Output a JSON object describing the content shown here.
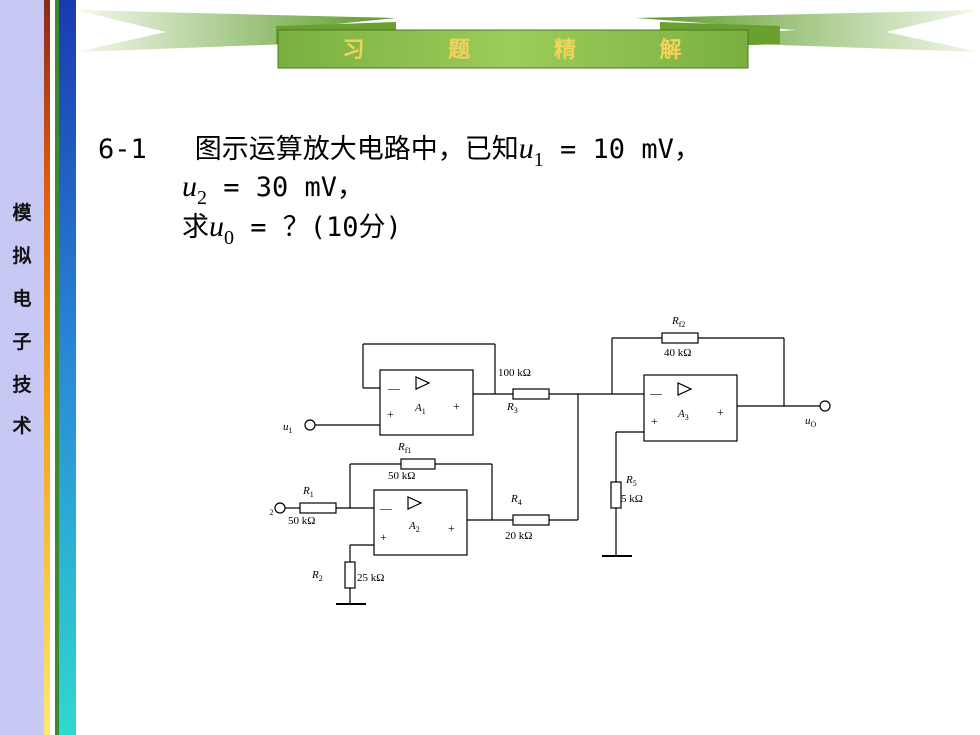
{
  "header": {
    "title": "习 题 精 解"
  },
  "sidebar": {
    "chars": [
      "模",
      "拟",
      "电",
      "子",
      "技",
      "术"
    ]
  },
  "problem": {
    "number": "6-1",
    "stem": "图示运算放大电路中，已知",
    "u1_var": "u",
    "u1_sub": "1",
    "u1_value": " = 10 mV，",
    "u2_var": "u",
    "u2_sub": "2",
    "u2_value": " = 30 mV，",
    "ask_prefix": "求",
    "uo_var": "u",
    "uo_sub": "0",
    "ask_suffix": " = ？(10分)"
  },
  "circuit": {
    "opamps": [
      {
        "name": "A",
        "sub": "1"
      },
      {
        "name": "A",
        "sub": "2"
      },
      {
        "name": "A",
        "sub": "3"
      }
    ],
    "labels": {
      "r3_value": "100 kΩ",
      "r3_name": "R",
      "r3_sub": "3",
      "rf1_name": "R",
      "rf1_sub": "f1",
      "rf1_value": "50 kΩ",
      "r1_name": "R",
      "r1_sub": "1",
      "r1_value": "50 kΩ",
      "r2_name": "R",
      "r2_sub": "2",
      "r2_value": "25 kΩ",
      "r4_name": "R",
      "r4_sub": "4",
      "r4_value": "20 kΩ",
      "rf2_name": "R",
      "rf2_sub": "f2",
      "rf2_value": "40 kΩ",
      "r5_name": "R",
      "r5_sub": "5",
      "r5_value": "5 kΩ",
      "u1_in": "u",
      "u1_in_sub": "1",
      "u2_in": "u",
      "u2_in_sub": "2",
      "uo_out": "u",
      "uo_out_sub": "O",
      "minus": "—",
      "plus": "+"
    }
  },
  "colors": {
    "sidebar": "#c8c8f4",
    "banner_green": "#5a9a28",
    "banner_title": "#f4d25a"
  }
}
